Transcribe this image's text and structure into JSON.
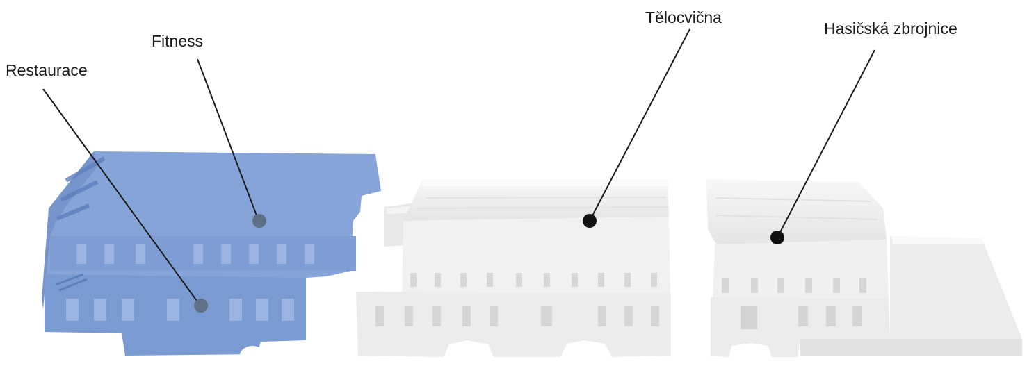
{
  "labels": {
    "restaurace": "Restaurace",
    "fitness": "Fitness",
    "telocvicna": "Tělocvična",
    "hasicska": "Hasičská zbrojnice"
  },
  "colors": {
    "highlight": "#7f9fd4",
    "highlight_dark": "#5c7fbe",
    "model": "#f2f2f2",
    "model_shade": "#dedede",
    "leader": "#1a1a1a"
  }
}
